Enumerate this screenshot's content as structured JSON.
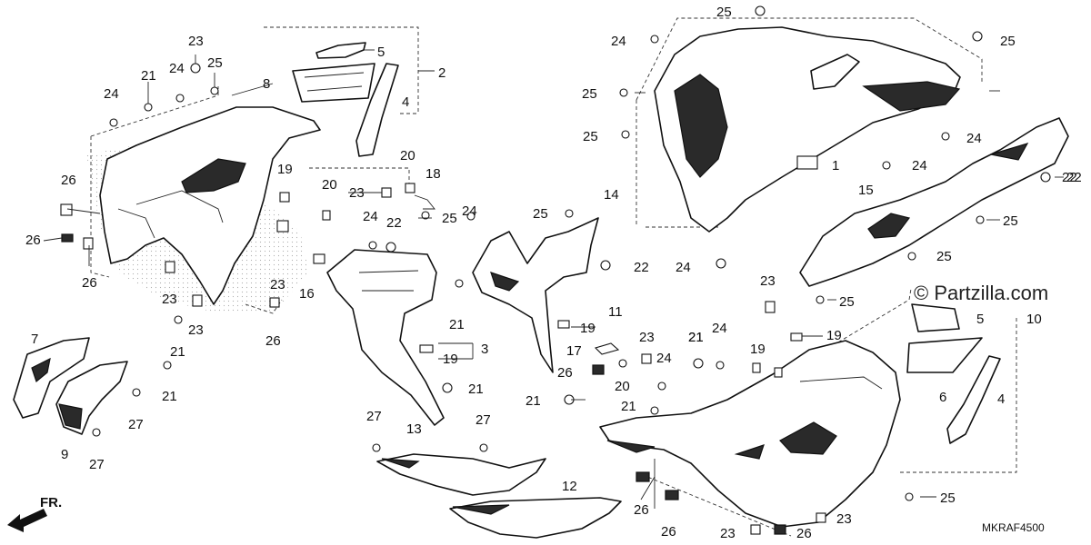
{
  "watermark": "© Partzilla.com",
  "drawing_code": "MKRAF4500",
  "front_label": "FR.",
  "callouts": [
    {
      "id": "c1",
      "label": "23"
    },
    {
      "id": "c2",
      "label": "24"
    },
    {
      "id": "c3",
      "label": "25"
    },
    {
      "id": "c4",
      "label": "21"
    },
    {
      "id": "c5",
      "label": "24"
    },
    {
      "id": "c6",
      "label": "8"
    },
    {
      "id": "c7",
      "label": "5"
    },
    {
      "id": "c8",
      "label": "2"
    },
    {
      "id": "c9",
      "label": "4"
    },
    {
      "id": "c10",
      "label": "26"
    },
    {
      "id": "c11",
      "label": "26"
    },
    {
      "id": "c12",
      "label": "26"
    },
    {
      "id": "c13",
      "label": "19"
    },
    {
      "id": "c14",
      "label": "20"
    },
    {
      "id": "c15",
      "label": "18"
    },
    {
      "id": "c16",
      "label": "23"
    },
    {
      "id": "c17",
      "label": "20"
    },
    {
      "id": "c18",
      "label": "24"
    },
    {
      "id": "c19",
      "label": "22"
    },
    {
      "id": "c20",
      "label": "25"
    },
    {
      "id": "c21",
      "label": "23"
    },
    {
      "id": "c22",
      "label": "23"
    },
    {
      "id": "c23",
      "label": "23"
    },
    {
      "id": "c24",
      "label": "16"
    },
    {
      "id": "c25",
      "label": "26"
    },
    {
      "id": "c26",
      "label": "21"
    },
    {
      "id": "c27",
      "label": "21"
    },
    {
      "id": "c28",
      "label": "7"
    },
    {
      "id": "c29",
      "label": "27"
    },
    {
      "id": "c30",
      "label": "9"
    },
    {
      "id": "c31",
      "label": "27"
    },
    {
      "id": "c32",
      "label": "27"
    },
    {
      "id": "c33",
      "label": "13"
    },
    {
      "id": "c34",
      "label": "27"
    },
    {
      "id": "c35",
      "label": "12"
    },
    {
      "id": "c36",
      "label": "3"
    },
    {
      "id": "c37",
      "label": "19"
    },
    {
      "id": "c38",
      "label": "21"
    },
    {
      "id": "c39",
      "label": "24"
    },
    {
      "id": "c40",
      "label": "25"
    },
    {
      "id": "c41",
      "label": "21"
    },
    {
      "id": "c42",
      "label": "11"
    },
    {
      "id": "c43",
      "label": "19"
    },
    {
      "id": "c44",
      "label": "17"
    },
    {
      "id": "c45",
      "label": "23"
    },
    {
      "id": "c46",
      "label": "20"
    },
    {
      "id": "c47",
      "label": "26"
    },
    {
      "id": "c48",
      "label": "24"
    },
    {
      "id": "c49",
      "label": "21"
    },
    {
      "id": "c50",
      "label": "21"
    },
    {
      "id": "c51",
      "label": "21"
    },
    {
      "id": "c52",
      "label": "26"
    },
    {
      "id": "c53",
      "label": "26"
    },
    {
      "id": "c54",
      "label": "23"
    },
    {
      "id": "c55",
      "label": "26"
    },
    {
      "id": "c56",
      "label": "23"
    },
    {
      "id": "c57",
      "label": "25"
    },
    {
      "id": "c58",
      "label": "4"
    },
    {
      "id": "c59",
      "label": "6"
    },
    {
      "id": "c60",
      "label": "5"
    },
    {
      "id": "c61",
      "label": "10"
    },
    {
      "id": "c62",
      "label": "19"
    },
    {
      "id": "c63",
      "label": "19"
    },
    {
      "id": "c64",
      "label": "24"
    },
    {
      "id": "c65",
      "label": "21"
    },
    {
      "id": "c66",
      "label": "23"
    },
    {
      "id": "c67",
      "label": "25"
    },
    {
      "id": "c68",
      "label": "22"
    },
    {
      "id": "c69",
      "label": "25"
    },
    {
      "id": "c70",
      "label": "24"
    },
    {
      "id": "c71",
      "label": "25"
    },
    {
      "id": "c72",
      "label": "25"
    },
    {
      "id": "c73",
      "label": "25"
    },
    {
      "id": "c74",
      "label": "14"
    },
    {
      "id": "c75",
      "label": "1"
    },
    {
      "id": "c76",
      "label": "24"
    },
    {
      "id": "c77",
      "label": "24"
    },
    {
      "id": "c78",
      "label": "22"
    },
    {
      "id": "c79",
      "label": "15"
    },
    {
      "id": "c80",
      "label": "25"
    },
    {
      "id": "c81",
      "label": "25"
    },
    {
      "id": "c82",
      "label": "22"
    },
    {
      "id": "c83",
      "label": "24"
    }
  ]
}
